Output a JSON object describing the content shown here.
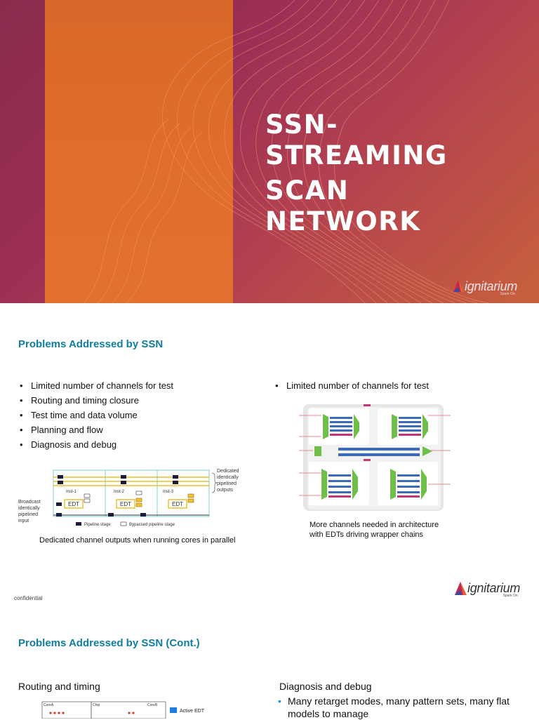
{
  "slide1": {
    "title_lines": [
      "SSN-",
      "STREAMING",
      "SCAN",
      "NETWORK"
    ],
    "logo_text": "ignitarium",
    "logo_tagline": "Spark On.",
    "colors": {
      "background": "#9c2f55",
      "stripe": "#e06d2b",
      "title": "#ffffff"
    }
  },
  "slide2": {
    "heading": "Problems Addressed by SSN",
    "left_bullets": [
      "Limited number of channels for test",
      "Routing and timing closure",
      "Test time and data volume",
      "Planning and flow",
      "Diagnosis and debug"
    ],
    "right_bullets": [
      "Limited number of channels for test"
    ],
    "left_diagram": {
      "inst_labels": [
        "Inst-1",
        "Inst-2",
        "Inst-3"
      ],
      "edt_label": "EDT",
      "broadcast_label": [
        "Broadcast",
        "identically",
        "pipelined",
        "input"
      ],
      "dedicated_label": [
        "Dedicated",
        "identically",
        "pipelined",
        "outputs"
      ],
      "legend_pipeline": "Pipeline stage",
      "legend_bypassed": "Bypassed pipeline stage"
    },
    "left_caption": "Dedicated channel outputs when running cores in parallel",
    "right_caption_lines": [
      "More channels needed in architecture",
      "with EDTs driving wrapper chains"
    ],
    "footer": "confidential",
    "logo_text": "ignitarium",
    "logo_tagline": "Spark On.",
    "colors": {
      "heading": "#0f7ea0"
    }
  },
  "slide3": {
    "heading": "Problems Addressed by SSN (Cont.)",
    "left_subheading": "Routing and timing",
    "right_subheading": "Diagnosis and debug",
    "right_bullet_lines": [
      "Many retarget modes, many pattern sets, many flat",
      "models to manage"
    ],
    "routing_diagram": {
      "labels": [
        "CoreA",
        "Chip",
        "CoreB"
      ],
      "legend_active": "Active EDT"
    }
  }
}
